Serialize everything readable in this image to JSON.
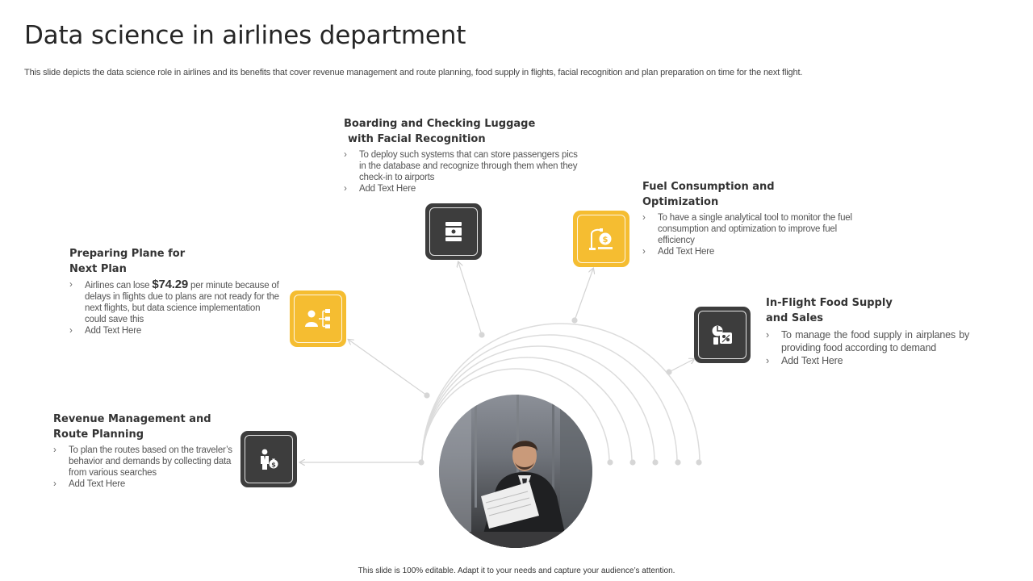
{
  "slide": {
    "title": "Data science in airlines department",
    "subtitle": "This slide depicts the data science role in airlines and its benefits that cover revenue management and route planning, food supply in flights, facial recognition and plan preparation on time for the next flight.",
    "footer": "This slide is 100% editable. Adapt it to your needs and capture your audience’s attention."
  },
  "colors": {
    "accent": "#f5bd31",
    "dark_box": "#3d3d3d",
    "connector": "#d4d4d4"
  },
  "items": {
    "revenue": {
      "title_line1": "Revenue Management and",
      "title_line2": "Route Planning",
      "bullet1": "To plan the routes based on the traveler’s behavior and demands by collecting data from various searches",
      "bullet2": "Add Text Here",
      "icon": "businessman-money-bag-icon"
    },
    "preparing": {
      "title_line1": "Preparing Plane for",
      "title_line2": "Next Plan",
      "bullet1_pre": "Airlines can lose ",
      "bullet1_amount": "$74.29",
      "bullet1_post": " per minute because of delays in flights due to plans are not ready for the next flights, but data science implementation could save this",
      "bullet2": "Add Text Here",
      "icon": "user-network-icon"
    },
    "boarding": {
      "title_line1": "Boarding and Checking Luggage",
      "title_line2": "with Facial Recognition",
      "bullet1": "To deploy such systems that can store passengers pics in the database and recognize through them when they check-in to airports",
      "bullet2": "Add Text Here",
      "icon": "luggage-icon"
    },
    "fuel": {
      "title_line1": "Fuel Consumption and",
      "title_line2": "Optimization",
      "bullet1": "To have a single analytical tool to monitor the fuel consumption and optimization to improve fuel efficiency",
      "bullet2": "Add Text Here",
      "icon": "fuel-dollar-icon"
    },
    "food": {
      "title_line1": "In-Flight Food Supply",
      "title_line2": "and Sales",
      "bullet1": "To manage the food supply in airplanes by providing food according to demand",
      "bullet2": "Add Text Here",
      "icon": "food-tray-icon"
    }
  }
}
